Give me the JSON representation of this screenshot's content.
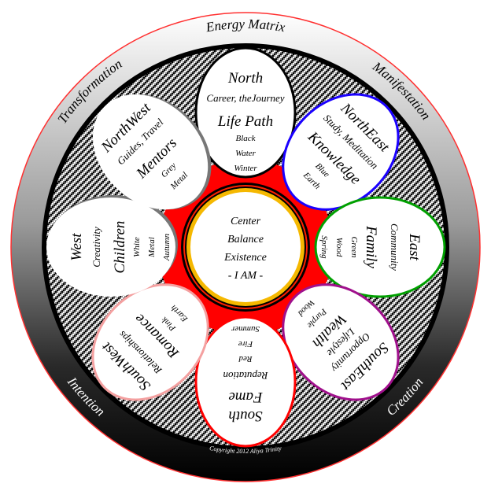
{
  "ring_labels": {
    "top": "Energy Matrix",
    "upper_right": "Manifestation",
    "lower_right": "Creation",
    "lower_left": "Intention",
    "upper_left": "Transformation"
  },
  "copyright": "Copyright 2012 Aliya Trinity",
  "center": {
    "lines": [
      "Center",
      "Balance",
      "Existence",
      "- I AM -"
    ]
  },
  "colors": {
    "north": "#000000",
    "northeast": "#1a00ff",
    "east": "#00a000",
    "southeast": "#a0108c",
    "south": "#ff0000",
    "southwest": "#f4a0a0",
    "center_ring": "#f5b800",
    "star": "#ff0000"
  },
  "petals": {
    "north": {
      "title": "North",
      "subtitle": "Career, theJourney",
      "keyword": "Life Path",
      "details": [
        "Black",
        "Water",
        "Winter"
      ]
    },
    "northeast": {
      "title": "NorthEast",
      "subtitle": "Study, Meditation",
      "keyword": "Knowledge",
      "details": [
        "Blue",
        "Earth"
      ]
    },
    "east": {
      "title": "East",
      "subtitle": "Community",
      "keyword": "Family",
      "details": [
        "Green",
        "Wood",
        "Spring"
      ]
    },
    "southeast": {
      "title": "SouthEast",
      "subtitle": "Opportunity",
      "keyword2": "Lifestyle",
      "keyword": "Wealth",
      "details": [
        "Purple",
        "Wood"
      ]
    },
    "south": {
      "title": "South",
      "keyword": "Fame",
      "subtitle": "Reputation",
      "details": [
        "Red",
        "Fire",
        "Summer"
      ]
    },
    "southwest": {
      "title": "SouthWest",
      "subtitle": "Relationships",
      "keyword": "Romance",
      "details": [
        "Pink",
        "Earth"
      ]
    },
    "west": {
      "title": "West",
      "subtitle": "Creativity",
      "keyword": "Children",
      "details": [
        "White",
        "Metal",
        "Autumn"
      ]
    },
    "northwest": {
      "title": "NorthWest",
      "subtitle": "Guides, Travel",
      "keyword": "Mentors",
      "details": [
        "Grey",
        "Metal"
      ]
    }
  }
}
